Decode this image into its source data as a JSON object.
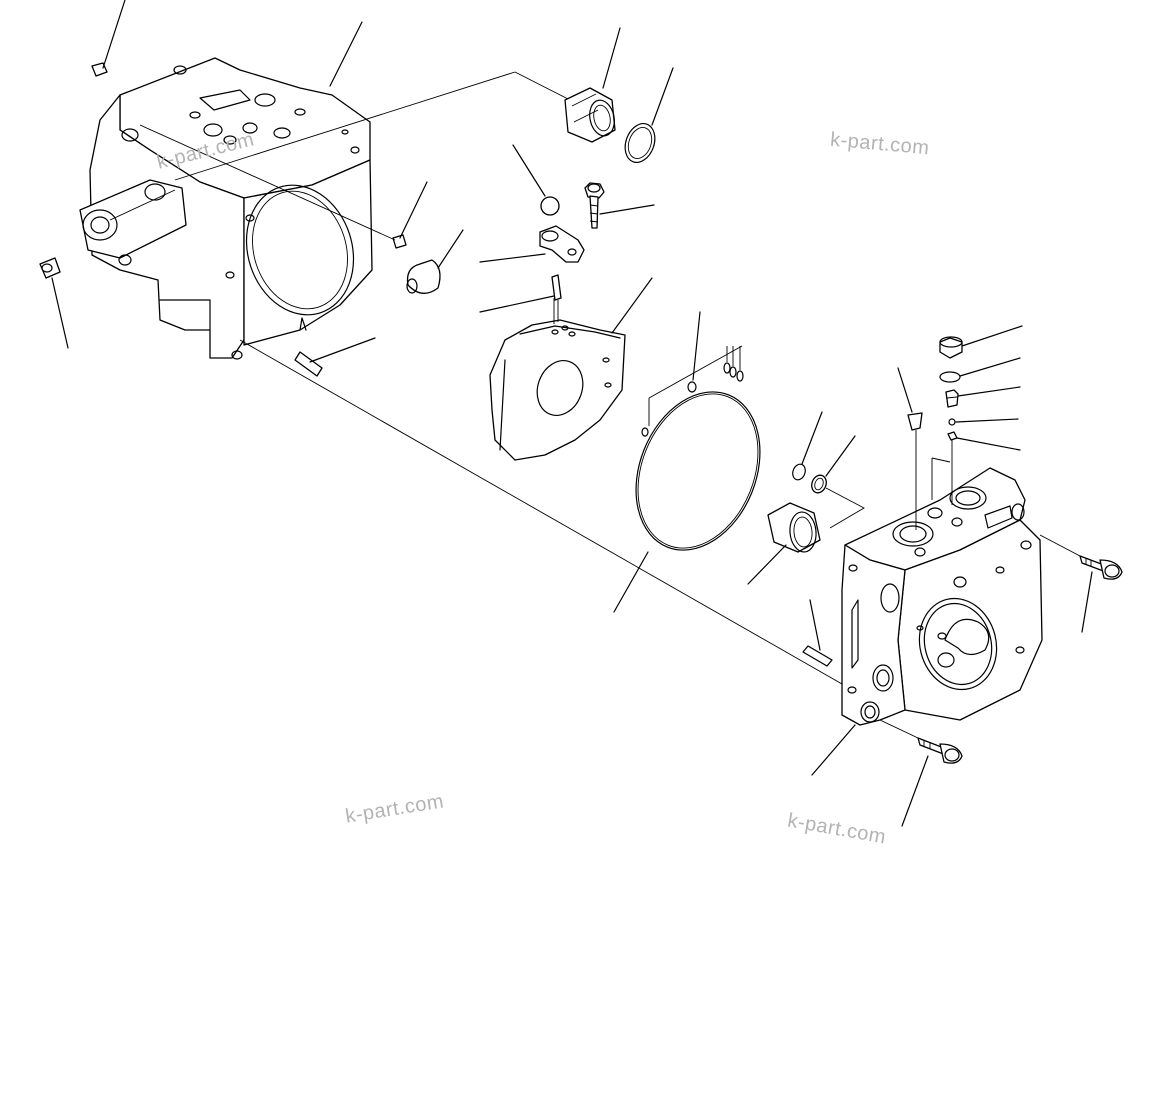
{
  "watermarks": {
    "w1": "k-part.com",
    "w2": "k-part.com",
    "w3": "k-part.com",
    "w4": "k-part.com"
  },
  "colors": {
    "line": "#000000",
    "watermark": "#b3b3b3",
    "background": "#ffffff"
  }
}
